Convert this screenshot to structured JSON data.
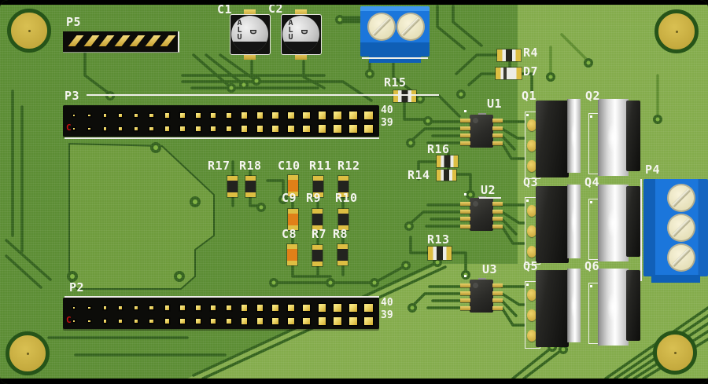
{
  "board": {
    "refs": {
      "p5": "P5",
      "p3": "P3",
      "p2": "P2",
      "p4": "P4",
      "c1": "C1",
      "c2": "C2",
      "r4": "R4",
      "d7": "D7",
      "r15": "R15",
      "r16": "R16",
      "r14": "R14",
      "r13": "R13",
      "u1": "U1",
      "u2": "U2",
      "u3": "U3",
      "q1": "Q1",
      "q2": "Q2",
      "q3": "Q3",
      "q4": "Q4",
      "q5": "Q5",
      "q6": "Q6",
      "r17": "R17",
      "r18": "R18",
      "c10": "C10",
      "r11": "R11",
      "r12": "R12",
      "c9": "C9",
      "r9": "R9",
      "r10": "R10",
      "c8": "C8",
      "r7": "R7",
      "r8": "R8"
    },
    "headers": {
      "p3": {
        "pin_top": "40",
        "pin_bottom": "39",
        "mark": "C",
        "rows": 2,
        "cols": 20
      },
      "p2": {
        "pin_top": "40",
        "pin_bottom": "39",
        "mark": "C",
        "rows": 2,
        "cols": 20
      }
    },
    "p5": {
      "pins": 7
    },
    "cap_print": {
      "line1": "ALU",
      "line2": "D"
    },
    "terminals": {
      "top_positions": 2,
      "right_positions": 3
    },
    "colors": {
      "board_green": "#5C8D34",
      "pour_light": "#84AC4C",
      "pour_mid": "#6E9B3C",
      "trace_dark": "#33611D",
      "silkscreen": "#F5F5F0",
      "gold_pad": "#DDBE42",
      "mount_gold": "#C9AD44",
      "terminal_blue": "#1B76DB",
      "screw_cream": "#EDE8C8",
      "component_black": "#0C0C09",
      "heatsink_silver": "#D9D9D9",
      "cap_orange": "#E08018",
      "pin1_mark_red": "#CC1111"
    }
  }
}
